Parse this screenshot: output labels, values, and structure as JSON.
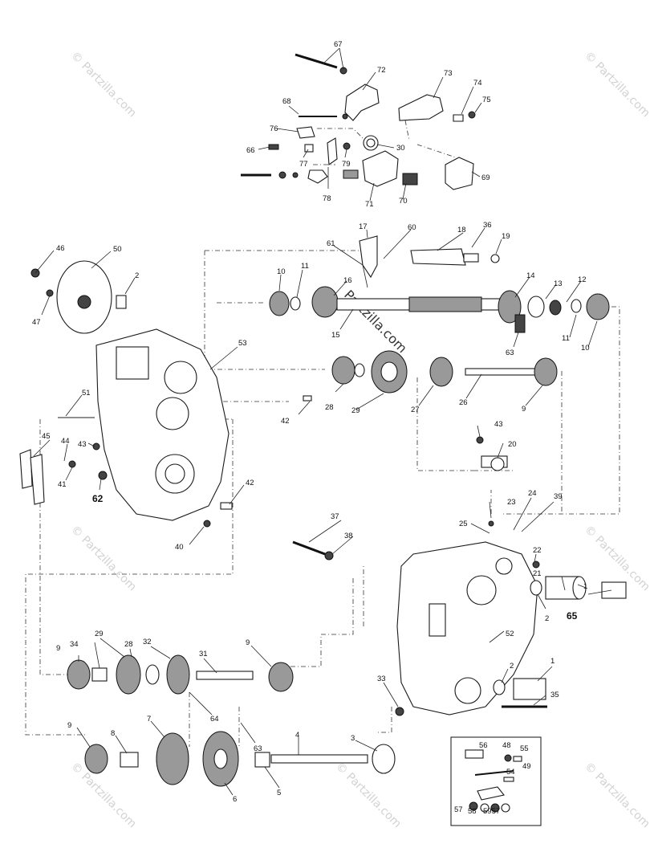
{
  "watermark_text": "© Partzilla.com",
  "center_watermark_text": "Partzilla.com",
  "labels": {
    "l1a": "1",
    "l1b": "1",
    "l2a": "2",
    "l2b": "2",
    "l2c": "2",
    "l3": "3",
    "l4": "4",
    "l5": "5",
    "l6": "6",
    "l7": "7",
    "l8": "8",
    "l9a": "9",
    "l9b": "9",
    "l9c": "9",
    "l9d": "9",
    "l10a": "10",
    "l10b": "10",
    "l11a": "11",
    "l11b": "11",
    "l12": "12",
    "l13": "13",
    "l14": "14",
    "l15": "15",
    "l16": "16",
    "l17": "17",
    "l18": "18",
    "l19": "19",
    "l20": "20",
    "l21": "21",
    "l22": "22",
    "l23": "23",
    "l24": "24",
    "l25": "25",
    "l26": "26",
    "l27": "27",
    "l28a": "28",
    "l28b": "28",
    "l29a": "29",
    "l29b": "29",
    "l30": "30",
    "l31": "31",
    "l32": "32",
    "l33": "33",
    "l34": "34",
    "l35": "35",
    "l36": "36",
    "l37": "37",
    "l38": "38",
    "l39": "39",
    "l40": "40",
    "l41": "41",
    "l42a": "42",
    "l42b": "42",
    "l43a": "43",
    "l43b": "43",
    "l44": "44",
    "l45": "45",
    "l46": "46",
    "l47": "47",
    "l48": "48",
    "l49": "49",
    "l50": "50",
    "l51": "51",
    "l52": "52",
    "l53": "53",
    "l54": "54",
    "l55": "55",
    "l56": "56",
    "l57": "57",
    "l58": "58",
    "l59": "59",
    "l5957": "5957",
    "l60": "60",
    "l61": "61",
    "l62": "62",
    "l63a": "63",
    "l63b": "63",
    "l64": "64",
    "l65": "65",
    "l66": "66",
    "l67": "67",
    "l68": "68",
    "l69": "69",
    "l70": "70",
    "l71": "71",
    "l72": "72",
    "l73": "73",
    "l74": "74",
    "l75": "75",
    "l76": "76",
    "l77": "77",
    "l78": "78",
    "l79": "79"
  }
}
